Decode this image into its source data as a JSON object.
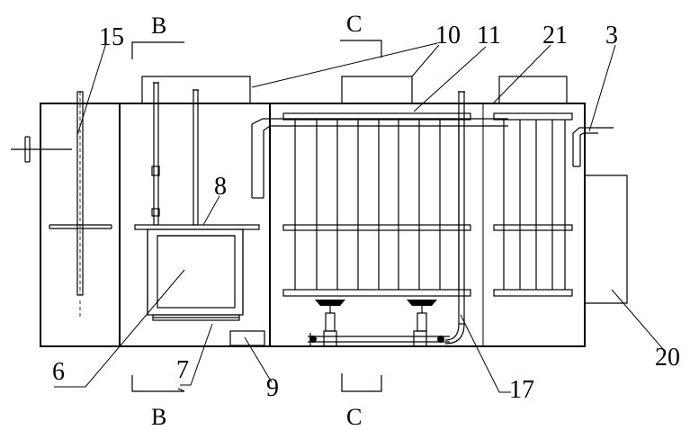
{
  "figure": {
    "labels": {
      "l15": "15",
      "l10": "10",
      "l11": "11",
      "l21": "21",
      "l3": "3",
      "l8": "8",
      "l6": "6",
      "l7": "7",
      "l9": "9",
      "l17": "17",
      "l20": "20"
    },
    "section_marks": {
      "b_top": "B",
      "b_bottom": "B",
      "c_top": "C",
      "c_bottom": "C"
    }
  }
}
